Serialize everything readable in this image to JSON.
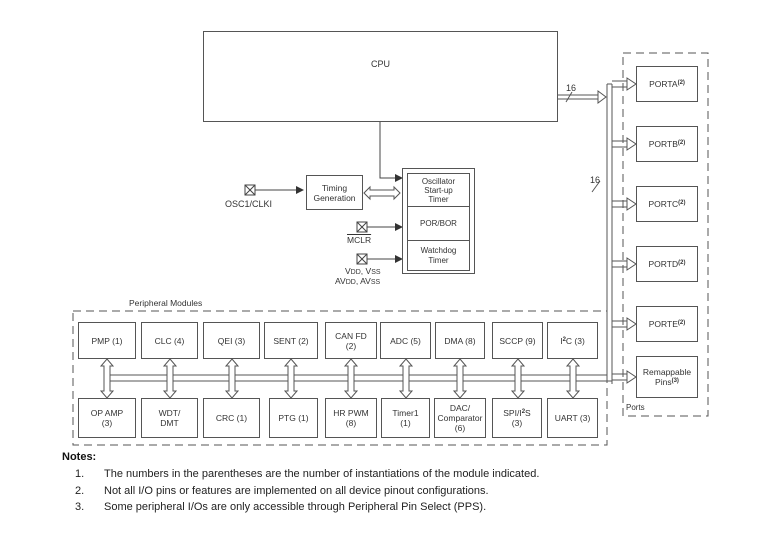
{
  "cpu": {
    "label": "CPU",
    "bus_width": "16"
  },
  "ports": {
    "group_label": "Ports",
    "bus_width": "16",
    "items": [
      {
        "label": "PORTA",
        "note": "(2)"
      },
      {
        "label": "PORTB",
        "note": "(2)"
      },
      {
        "label": "PORTC",
        "note": "(2)"
      },
      {
        "label": "PORTD",
        "note": "(2)"
      },
      {
        "label": "PORTE",
        "note": "(2)"
      },
      {
        "label_line1": "Remappable",
        "label_line2": "Pins",
        "note": "(3)"
      }
    ]
  },
  "clock": {
    "osc_pin": "OSC1/CLKI",
    "timing_line1": "Timing",
    "timing_line2": "Generation",
    "mclr_pin": "MCLR",
    "power_line1_a": "V",
    "power_line1_a_sub": "DD",
    "power_line1_b": ", V",
    "power_line1_b_sub": "SS",
    "power_line2_a": "AV",
    "power_line2_a_sub": "DD",
    "power_line2_b": ", AV",
    "power_line2_b_sub": "SS",
    "system_blocks": [
      {
        "line1": "Oscillator",
        "line2": "Start-up",
        "line3": "Timer"
      },
      {
        "line1": "POR/BOR"
      },
      {
        "line1": "Watchdog",
        "line2": "Timer"
      }
    ]
  },
  "peripherals": {
    "group_label": "Peripheral Modules",
    "top_row": [
      {
        "line1": "PMP (1)"
      },
      {
        "line1": "CLC (4)"
      },
      {
        "line1": "QEI (3)"
      },
      {
        "line1": "SENT (2)"
      },
      {
        "line1": "CAN FD",
        "line2": "(2)"
      },
      {
        "line1": "ADC (5)"
      },
      {
        "line1": "DMA (8)"
      },
      {
        "line1": "SCCP (9)"
      },
      {
        "pre": "I",
        "sup": "2",
        "post": "C (3)"
      }
    ],
    "bottom_row": [
      {
        "line1": "OP AMP",
        "line2": "(3)"
      },
      {
        "line1": "WDT/",
        "line2": "DMT"
      },
      {
        "line1": "CRC (1)"
      },
      {
        "line1": "PTG (1)"
      },
      {
        "line1": "HR PWM",
        "line2": "(8)"
      },
      {
        "line1": "Timer1",
        "line2": "(1)"
      },
      {
        "line1": "DAC/",
        "line2": "Comparator",
        "line3": "(6)"
      },
      {
        "pre": "SPI/I",
        "sup": "2",
        "post": "S",
        "line2": "(3)"
      },
      {
        "line1": "UART (3)"
      }
    ]
  },
  "notes": {
    "title": "Notes:",
    "items": [
      {
        "num": "1.",
        "text": "The numbers in the parentheses are the number of instantiations of the module indicated."
      },
      {
        "num": "2.",
        "text": "Not all I/O pins or features are implemented on all device pinout configurations."
      },
      {
        "num": "3.",
        "text": "Some peripheral I/Os are only accessible through Peripheral Pin Select (PPS)."
      }
    ]
  }
}
